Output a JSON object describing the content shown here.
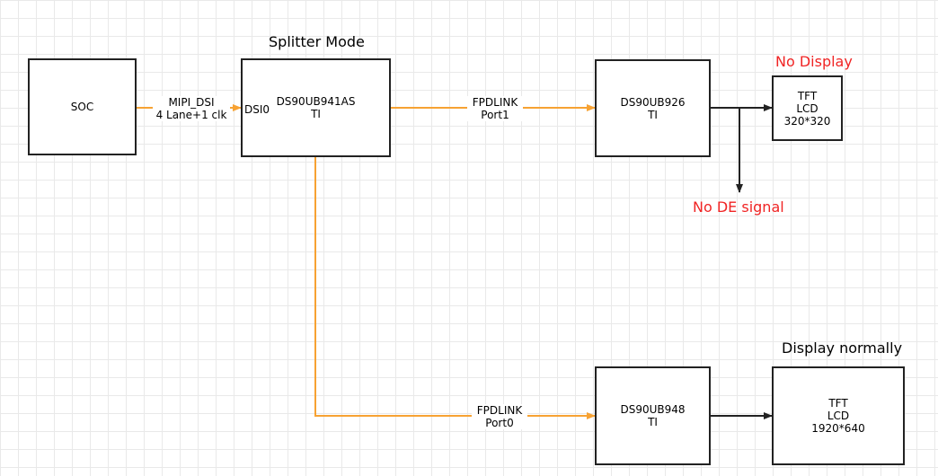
{
  "colors": {
    "orange": "#f7a233",
    "black": "#222222",
    "red": "#f02424",
    "grid": "#e9e9e9"
  },
  "titles": {
    "splitter": "Splitter Mode",
    "no_display": "No Display",
    "no_de": "No DE signal",
    "display_normally": "Display normally"
  },
  "nodes": {
    "soc": {
      "lines": [
        "SOC"
      ]
    },
    "ser": {
      "lines": [
        "DS90UB941AS",
        "TI"
      ],
      "port": "DSI0"
    },
    "des926": {
      "lines": [
        "DS90UB926",
        "TI"
      ]
    },
    "lcd1": {
      "lines": [
        "TFT",
        "LCD",
        "320*320"
      ]
    },
    "des948": {
      "lines": [
        "DS90UB948",
        "TI"
      ]
    },
    "lcd2": {
      "lines": [
        "TFT",
        "LCD",
        "1920*640"
      ]
    }
  },
  "edges": {
    "mipi": {
      "line1": "MIPI_DSI",
      "line2": "4 Lane+1 clk"
    },
    "fpd1": {
      "line1": "FPDLINK",
      "line2": "Port1"
    },
    "fpd0": {
      "line1": "FPDLINK",
      "line2": "Port0"
    }
  }
}
